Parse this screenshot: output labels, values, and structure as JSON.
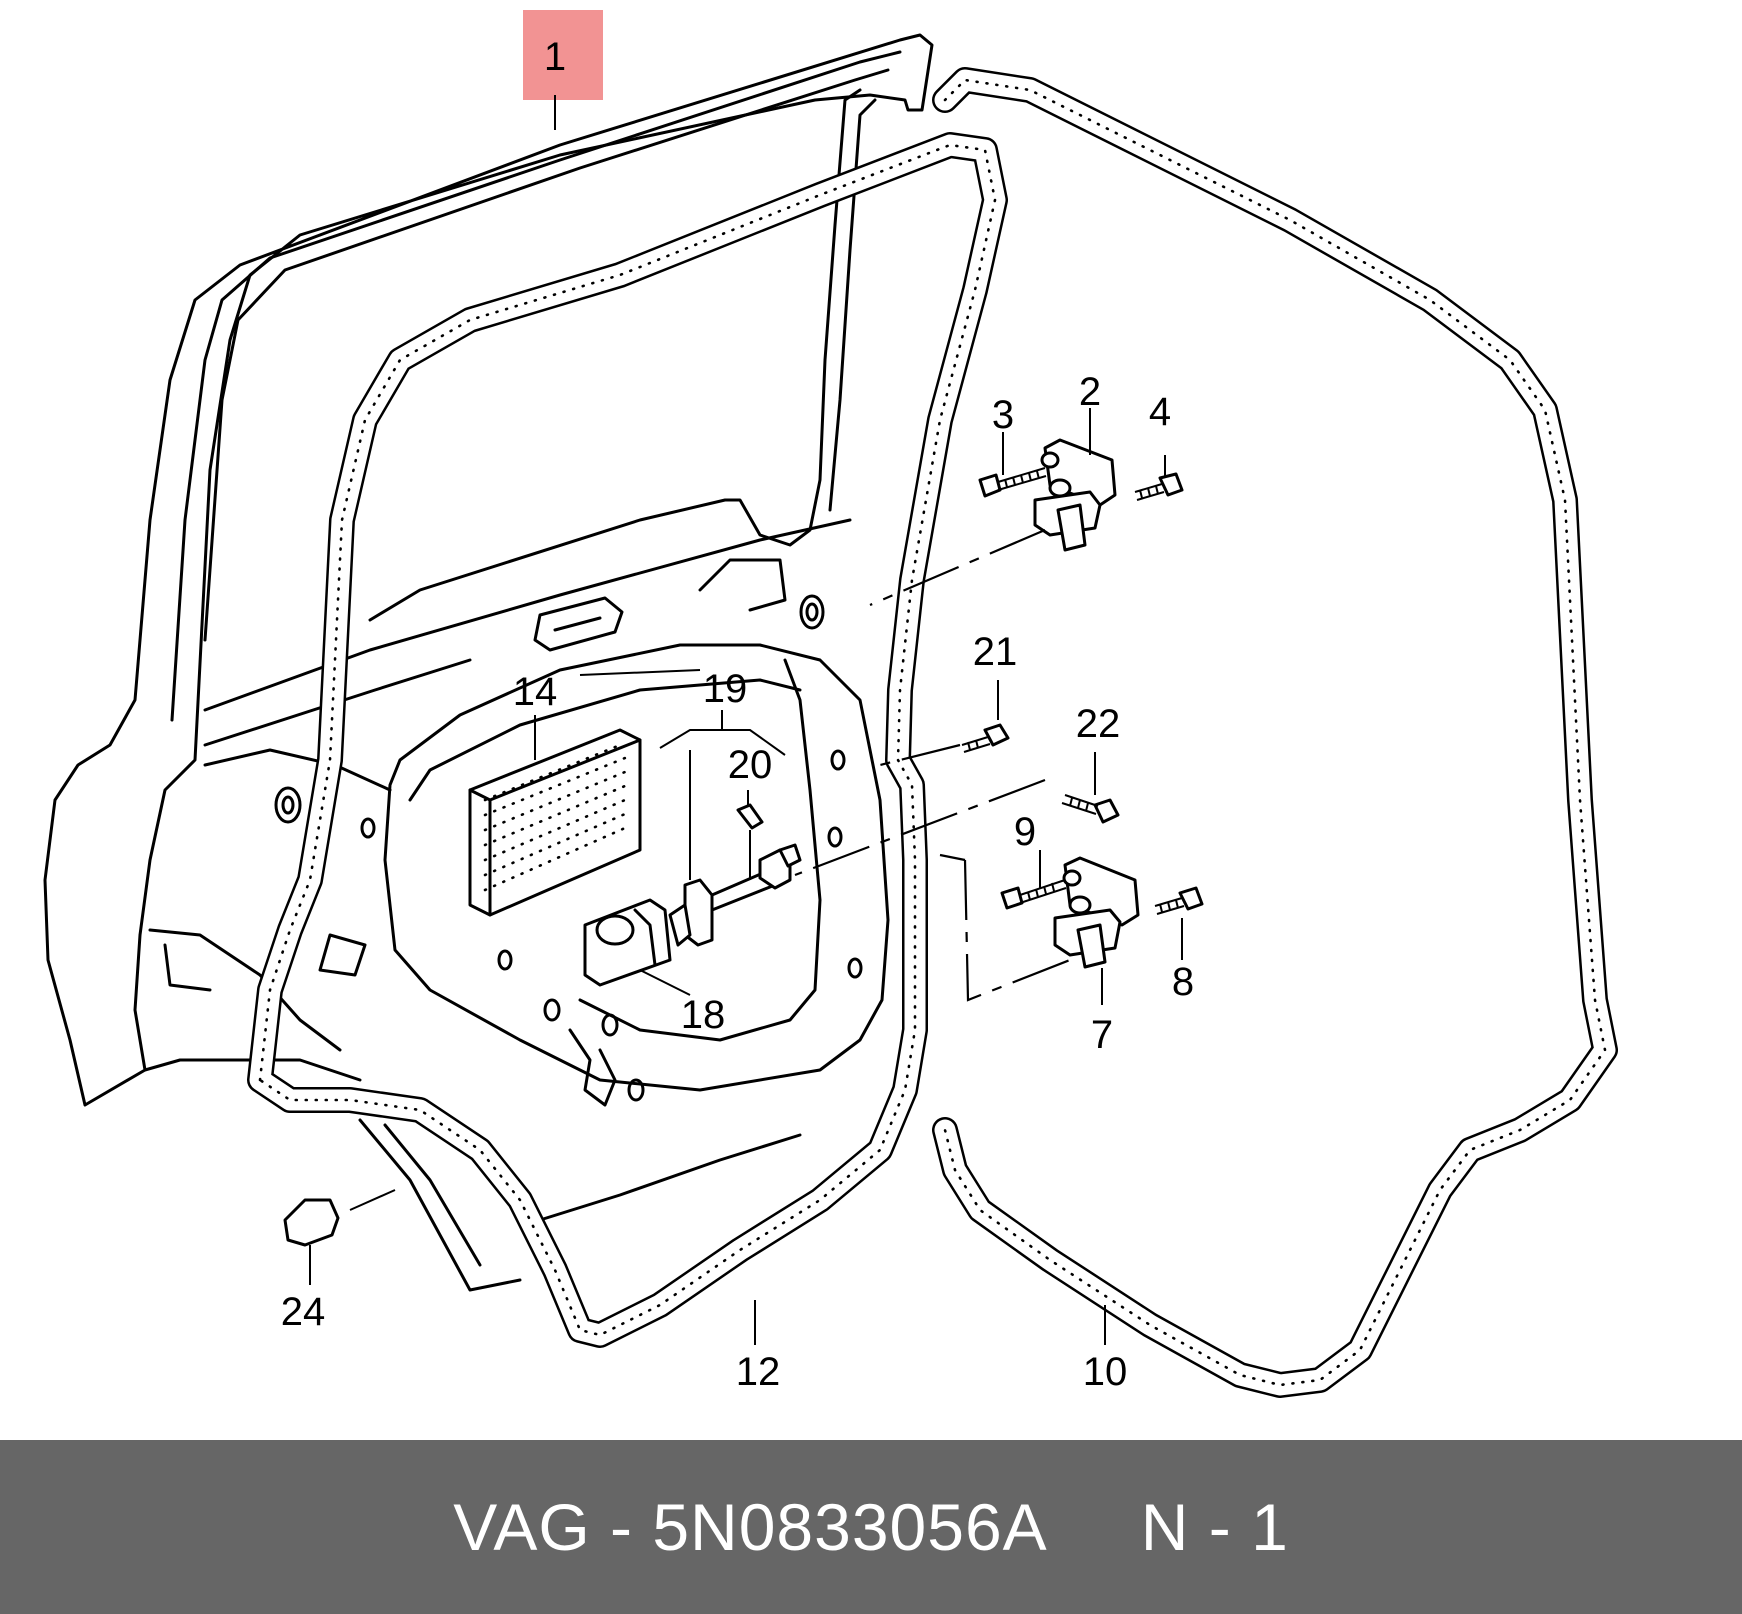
{
  "highlight_color": "#f29393",
  "footer": {
    "brand": "VAG",
    "separator": " - ",
    "part_number": "5N0833056A",
    "position_prefix": "N - ",
    "position_number": "1",
    "background": "#666666"
  },
  "callouts": {
    "c1": "1",
    "c2": "2",
    "c3": "3",
    "c4": "4",
    "c7": "7",
    "c8": "8",
    "c9": "9",
    "c10": "10",
    "c12": "12",
    "c14": "14",
    "c18": "18",
    "c19": "19",
    "c20": "20",
    "c21": "21",
    "c22": "22",
    "c24": "24"
  }
}
